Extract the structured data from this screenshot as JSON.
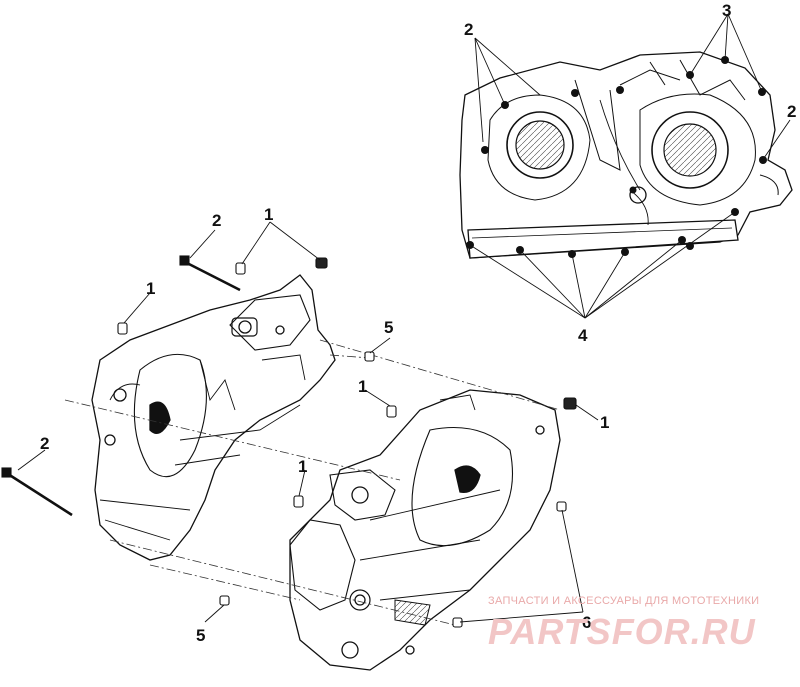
{
  "callouts": {
    "c1": "1",
    "c2": "2",
    "c3": "3",
    "c4": "4",
    "c5": "5",
    "c6": "6"
  },
  "watermark": {
    "tagline": "ЗАПЧАСТИ И АКСЕССУАРЫ ДЛЯ МОТОТЕХНИКИ",
    "logo": "PARTSFOR.RU",
    "color": "#f2c6c6"
  },
  "colors": {
    "line": "#111111",
    "background": "#ffffff"
  }
}
